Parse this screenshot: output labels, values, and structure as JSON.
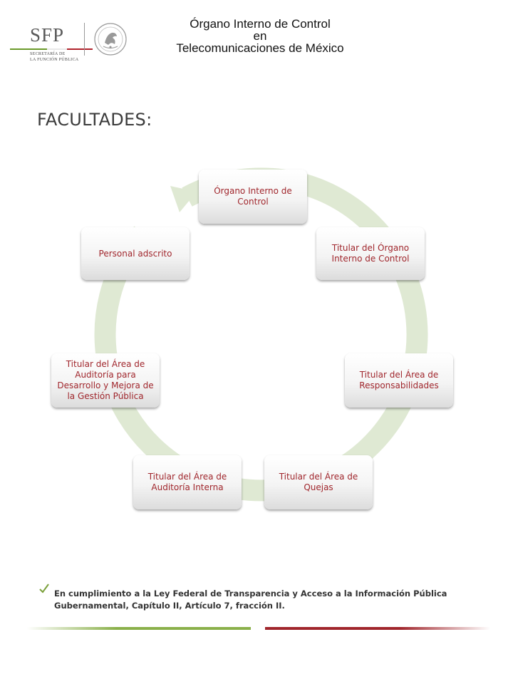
{
  "header": {
    "logo": {
      "name": "SFP",
      "sub_line1": "SECRETARÍA DE",
      "sub_line2": "LA FUNCIÓN PÚBLICA",
      "seal_icon": "mexican-coat-of-arms-icon",
      "colors": {
        "green": "#6a9a2a",
        "white": "#e8e8e8",
        "red": "#b0222c",
        "text": "#5a5a5a"
      }
    },
    "title_line1": "Órgano Interno de Control",
    "title_line2": "en",
    "title_line3": "Telecomunicaciones de México"
  },
  "section_heading": "FACULTADES:",
  "diagram": {
    "type": "cycle",
    "ring_color": "#dfe9d3",
    "node_text_color": "#a0262c",
    "nodes": [
      {
        "label": "Órgano Interno de Control"
      },
      {
        "label": "Titular del Órgano Interno de Control"
      },
      {
        "label": "Titular del Área de Responsabilidades"
      },
      {
        "label": "Titular del Área de Quejas"
      },
      {
        "label": "Titular del Área de Auditoría Interna"
      },
      {
        "label": "Titular del Área de Auditoría para Desarrollo y Mejora de la Gestión Pública"
      },
      {
        "label": "Personal adscrito"
      }
    ]
  },
  "footer": {
    "check_icon": "checkmark-icon",
    "note": "En cumplimiento a la Ley Federal de Transparencia y Acceso a la Información Pública Gubernamental, Capítulo II, Artículo 7, fracción II.",
    "bar_colors": {
      "green": "#8ab04a",
      "red": "#a0262c"
    }
  }
}
